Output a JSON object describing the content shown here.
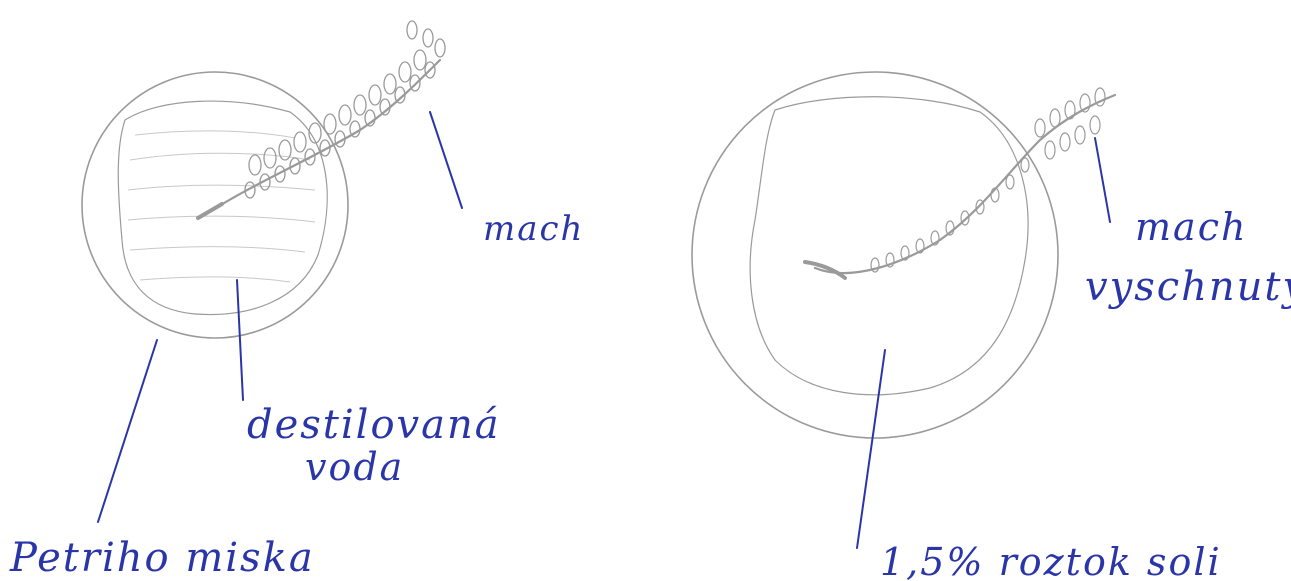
{
  "labels": {
    "moss_left": "mach",
    "distilled_water_line1": "destilovaná",
    "distilled_water_line2": "voda",
    "petri_dish": "Petriho miska",
    "moss_right_line1": "mach",
    "moss_right_line2": "vyschnutý",
    "salt_solution": "1,5% roztok soli"
  },
  "colors": {
    "ink": "#2a35a8",
    "pencil": "#9a9a9a"
  }
}
